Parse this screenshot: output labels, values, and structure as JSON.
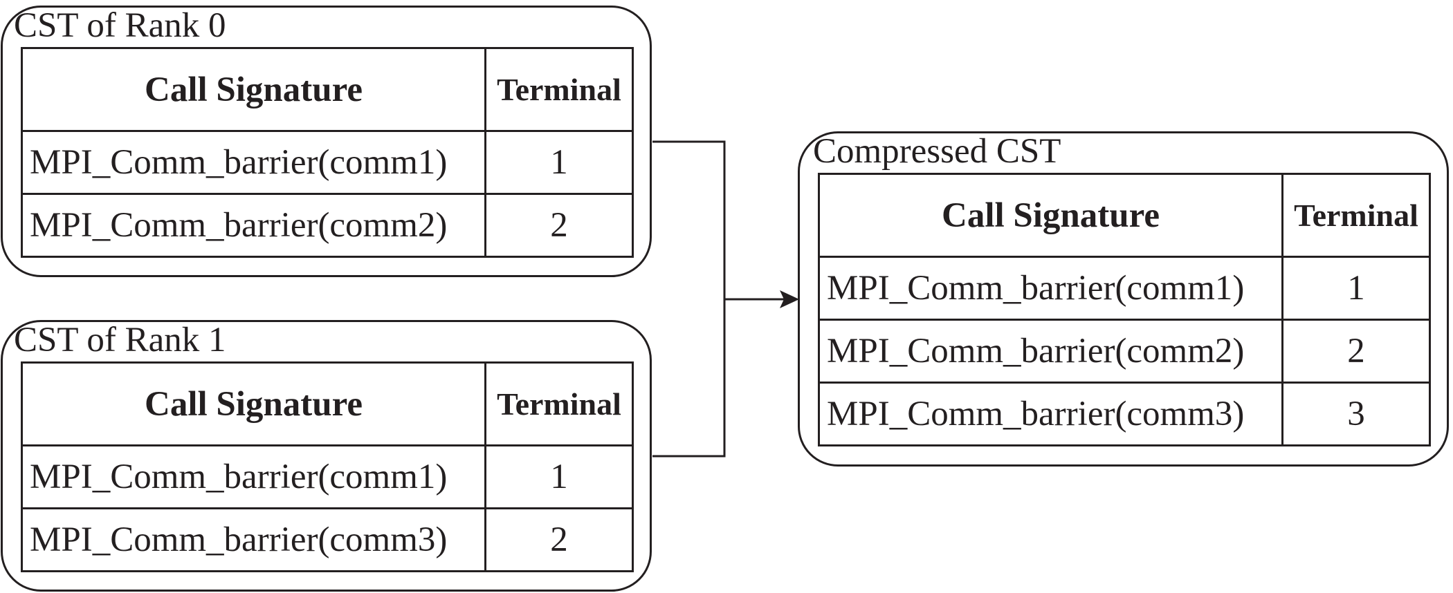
{
  "panels": {
    "rank0": {
      "title": "CST of Rank 0",
      "header": {
        "signature": "Call Signature",
        "terminal": "Terminal"
      },
      "rows": [
        {
          "signature": "MPI_Comm_barrier(comm1)",
          "terminal": "1"
        },
        {
          "signature": "MPI_Comm_barrier(comm2)",
          "terminal": "2"
        }
      ]
    },
    "rank1": {
      "title": "CST of Rank 1",
      "header": {
        "signature": "Call Signature",
        "terminal": "Terminal"
      },
      "rows": [
        {
          "signature": "MPI_Comm_barrier(comm1)",
          "terminal": "1"
        },
        {
          "signature": "MPI_Comm_barrier(comm3)",
          "terminal": "2"
        }
      ]
    },
    "compressed": {
      "title": "Compressed CST",
      "header": {
        "signature": "Call Signature",
        "terminal": "Terminal"
      },
      "rows": [
        {
          "signature": "MPI_Comm_barrier(comm1)",
          "terminal": "1"
        },
        {
          "signature": "MPI_Comm_barrier(comm2)",
          "terminal": "2"
        },
        {
          "signature": "MPI_Comm_barrier(comm3)",
          "terminal": "3"
        }
      ]
    }
  }
}
